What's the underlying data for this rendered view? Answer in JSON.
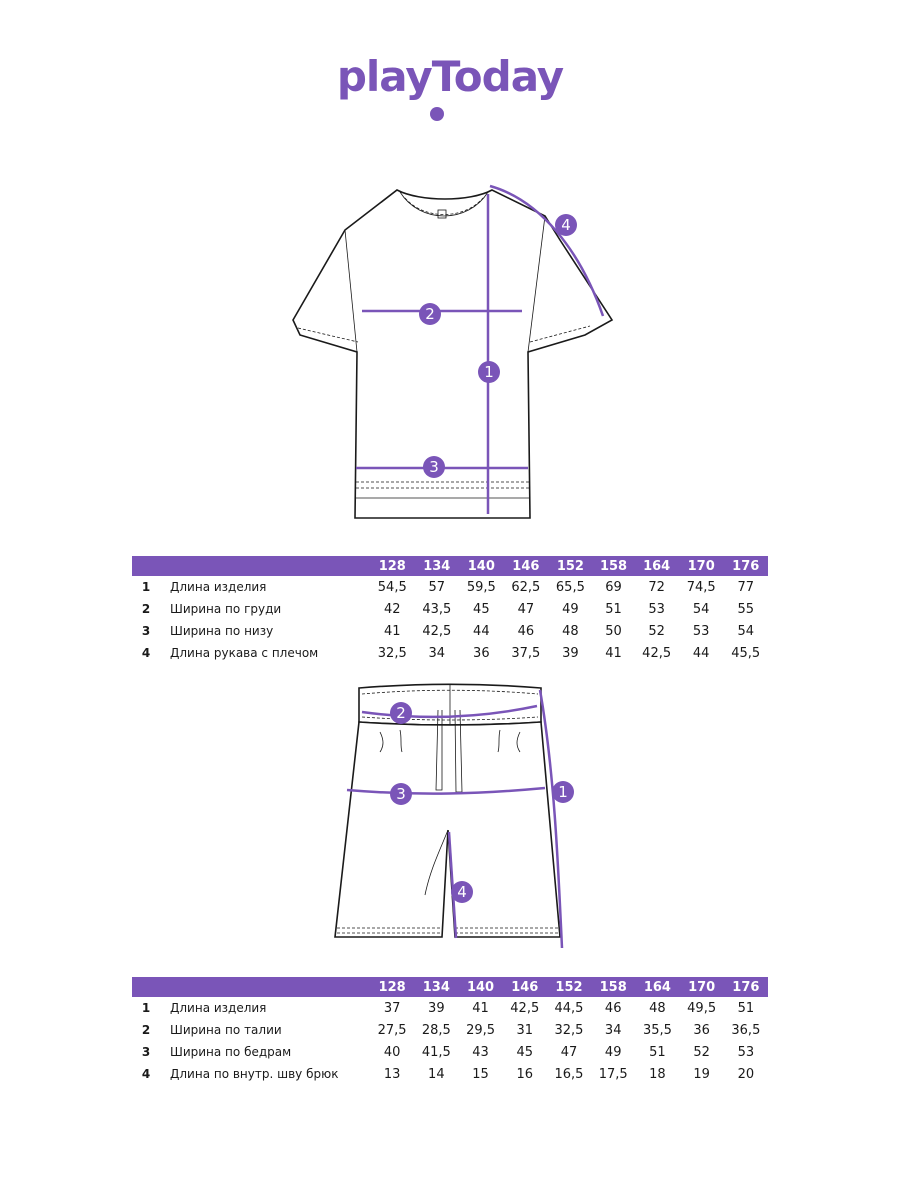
{
  "brand": {
    "logo_text": "playToday",
    "accent": "#7a55b8"
  },
  "tshirt": {
    "markers": [
      "1",
      "2",
      "3",
      "4"
    ],
    "table": {
      "sizes": [
        "128",
        "134",
        "140",
        "146",
        "152",
        "158",
        "164",
        "170",
        "176"
      ],
      "rows": [
        {
          "num": "1",
          "label": "Длина изделия",
          "values": [
            "54,5",
            "57",
            "59,5",
            "62,5",
            "65,5",
            "69",
            "72",
            "74,5",
            "77"
          ]
        },
        {
          "num": "2",
          "label": "Ширина по груди",
          "values": [
            "42",
            "43,5",
            "45",
            "47",
            "49",
            "51",
            "53",
            "54",
            "55"
          ]
        },
        {
          "num": "3",
          "label": "Ширина по низу",
          "values": [
            "41",
            "42,5",
            "44",
            "46",
            "48",
            "50",
            "52",
            "53",
            "54"
          ]
        },
        {
          "num": "4",
          "label": "Длина рукава с плечом",
          "values": [
            "32,5",
            "34",
            "36",
            "37,5",
            "39",
            "41",
            "42,5",
            "44",
            "45,5"
          ]
        }
      ]
    }
  },
  "shorts": {
    "markers": [
      "1",
      "2",
      "3",
      "4"
    ],
    "table": {
      "sizes": [
        "128",
        "134",
        "140",
        "146",
        "152",
        "158",
        "164",
        "170",
        "176"
      ],
      "rows": [
        {
          "num": "1",
          "label": "Длина изделия",
          "values": [
            "37",
            "39",
            "41",
            "42,5",
            "44,5",
            "46",
            "48",
            "49,5",
            "51"
          ]
        },
        {
          "num": "2",
          "label": "Ширина по талии",
          "values": [
            "27,5",
            "28,5",
            "29,5",
            "31",
            "32,5",
            "34",
            "35,5",
            "36",
            "36,5"
          ]
        },
        {
          "num": "3",
          "label": "Ширина по бедрам",
          "values": [
            "40",
            "41,5",
            "43",
            "45",
            "47",
            "49",
            "51",
            "52",
            "53"
          ]
        },
        {
          "num": "4",
          "label": "Длина по внутр. шву брюк",
          "values": [
            "13",
            "14",
            "15",
            "16",
            "16,5",
            "17,5",
            "18",
            "19",
            "20"
          ]
        }
      ]
    }
  }
}
